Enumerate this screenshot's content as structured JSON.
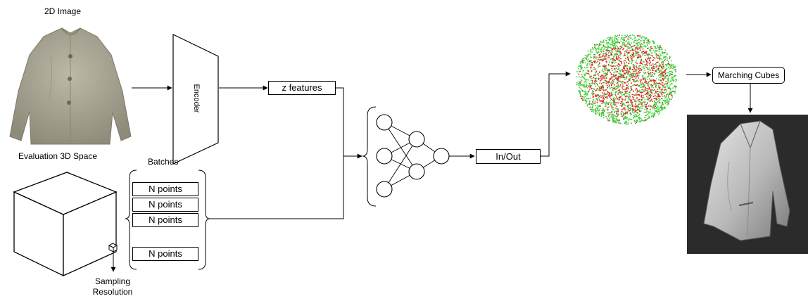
{
  "labels": {
    "image_title": "2D Image",
    "eval_space": "Evaluation 3D Space",
    "batches": "Batches",
    "sampling": "Sampling",
    "resolution": "Resolution",
    "encoder": "Encoder",
    "z_features": "z features",
    "in_out": "In/Out",
    "marching_cubes": "Marching Cubes"
  },
  "batch_rows": [
    "N points",
    "N points",
    "N points",
    "N points"
  ],
  "colors": {
    "line": "#000000",
    "point_red": "#e02020",
    "point_green": "#3cd23c",
    "garment": "#a8a493",
    "mesh_background": "#2b2b2b",
    "mesh_surface": "#c8c8c8"
  }
}
